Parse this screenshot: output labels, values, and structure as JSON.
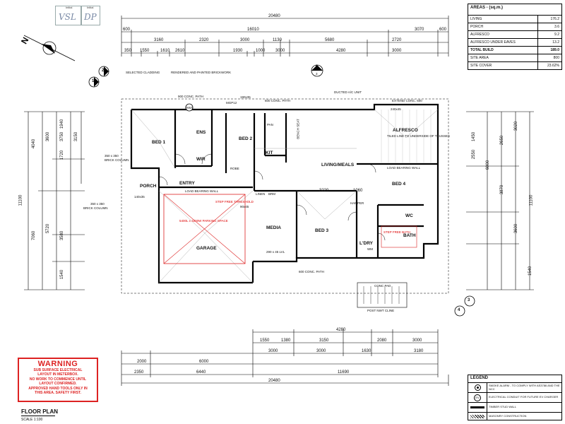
{
  "initials": [
    {
      "label": "Initial",
      "value": "VSL"
    },
    {
      "label": "Initial",
      "value": "DP"
    }
  ],
  "areas": {
    "title": "AREAS - (sq.m.)",
    "rows": [
      {
        "label": "LIVING",
        "value": "176.2"
      },
      {
        "label": "PORCH",
        "value": "3.6"
      },
      {
        "label": "ALFRESCO",
        "value": "9.2"
      },
      {
        "label": "ALFRESCO UNDER EAVES",
        "value": "13.2"
      },
      {
        "label": "TOTAL BUILD",
        "value": "189.0"
      },
      {
        "label": "SITE AREA",
        "value": "800"
      },
      {
        "label": "SITE COVER",
        "value": "23.62%"
      }
    ]
  },
  "rooms": {
    "bed1": "BED 1",
    "bed2": "BED 2",
    "bed3": "BED 3",
    "bed4": "BED 4",
    "ens": "ENS",
    "wir": "WIR",
    "kit": "KIT",
    "living": "LIVING/MEALS",
    "alfresco": "ALFRESCO",
    "porch": "PORCH",
    "entry": "ENTRY",
    "garage": "GARAGE",
    "media": "MEDIA",
    "ldry": "L'DRY",
    "bath": "BATH",
    "wc": "WC",
    "robe": "ROBE",
    "linen": "LINEN",
    "brm": "BRM",
    "pan": "PAN",
    "hwu": "HWS"
  },
  "dimensions": {
    "top_overall": "20480",
    "top_a": "16010",
    "top_b": "3070",
    "top_600a": "600",
    "top_600b": "600",
    "top_row2": [
      "3160",
      "2320",
      "3000",
      "1130",
      "5680",
      "2720"
    ],
    "top_row3": [
      "350",
      "1550",
      "2610",
      "1610",
      "1930",
      "1000",
      "3000",
      "4280",
      "3000"
    ],
    "bottom_overall": "20480",
    "bottom_a": "11690",
    "bottom_b": "6440",
    "bottom_c": "2350",
    "bottom_row1": [
      "1550",
      "1380",
      "3150",
      "2080",
      "3000"
    ],
    "bottom_row2": [
      "2000",
      "6000",
      "3000",
      "3000",
      "1630",
      "3180"
    ],
    "bottom_4280": "4280",
    "left_overall": "11100",
    "left_vals": [
      "4040",
      "3600",
      "3750",
      "1940",
      "3150",
      "7060",
      "5720",
      "3580",
      "1540",
      "1720"
    ],
    "right_overall": "11100",
    "right_vals": [
      "3020",
      "2650",
      "3870",
      "6000",
      "3600",
      "1540",
      "1450",
      "2550"
    ],
    "internal": [
      "3220",
      "1060"
    ]
  },
  "notes": {
    "selected_cladding": "SELECTED CLADDING",
    "rendered": "RENDERED AND PAINTED BRICKWORK",
    "step_free": "STEP FREE THRESHOLD",
    "step_free_bath": "STEP FREE BATH",
    "parking": "5400L x 3200W PARKING SPACE",
    "load_wall": "LOAD BEARING WALL",
    "load_wall2": "LOAD BEARING WALL",
    "conc_pad": "CONC PAD",
    "post_nwt": "POST NWT CLINE",
    "ducted": "DUCTED A/C UNIT",
    "tiled": "TILED LINE TO UNDERSIDE OF TRUSSES",
    "conc_path_a": "600 CONC. PATH",
    "conc_path_b": "600 CONC. PATH",
    "conc_path_c": "900 CONC. PATH",
    "extend_conc": "EXTEND CONC. 600",
    "brick_column": "BRICK COLUMN",
    "brick_column2": "BRICK COLUMN",
    "brick_column_size": "350 x 350",
    "brick_column_size2": "350 x 350",
    "hamper": "HAMPER",
    "wm": "WM",
    "bench": "BENCH SEAT",
    "m1": "MGP12",
    "s1": "190x35",
    "s2": "140x35",
    "s3": "90x45",
    "s4": "240x45",
    "lvl": "290 x 45 LVL"
  },
  "markers": {
    "m1": "1",
    "m2": "2",
    "m3": "3",
    "m4": "4",
    "ma": "A",
    "ma_sub": "3"
  },
  "warning": {
    "title": "WARNING",
    "body": [
      "SUB SURFACE ELECTRICAL",
      "LAYOUT IN METERBOX.",
      "NO WORK TO COMMENCE UNTIL",
      "LAYOUT CONFIRMED.",
      "APPROVED HAND TOOLS ONLY IN",
      "THIS AREA. SAFETY FIRST."
    ]
  },
  "legend": {
    "title": "LEGEND",
    "items": [
      {
        "icon": "smoke-alarm-icon",
        "text": "SMOKE ALARM - TO COMPLY WITH AS3786 AND THE NCC"
      },
      {
        "icon": "ev-charger-icon",
        "text": "ELECTRICAL CONDUIT FOR FUTURE EV CHARGER"
      },
      {
        "icon": "timber-wall-icon",
        "text": "TIMBER STUD WALL"
      },
      {
        "icon": "masonry-icon",
        "text": "MASONRY CONSTRUCTION"
      }
    ]
  },
  "title": "FLOOR PLAN",
  "scale": "SCALE  1:100"
}
